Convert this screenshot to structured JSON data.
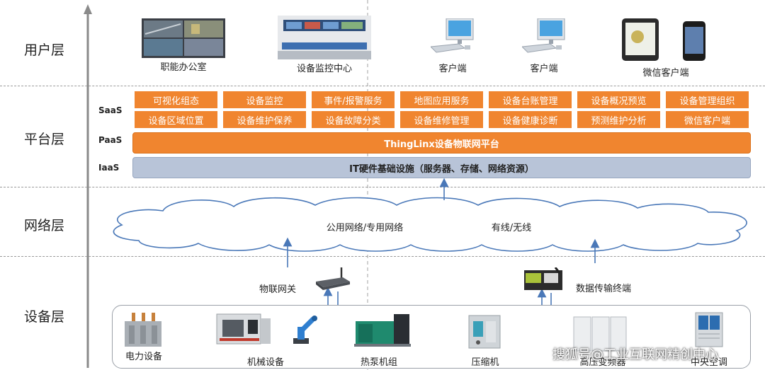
{
  "layers": {
    "user": "用户层",
    "platform": "平台层",
    "network": "网络层",
    "device": "设备层"
  },
  "user_items": [
    "职能办公室",
    "设备监控中心",
    "客户端",
    "客户端",
    "微信客户端"
  ],
  "tiers": {
    "saas": "SaaS",
    "paas": "PaaS",
    "iaas": "IaaS"
  },
  "saas_services": {
    "row1": [
      "可视化组态",
      "设备监控",
      "事件/报警服务",
      "地图应用服务",
      "设备台账管理",
      "设备概况预览",
      "设备管理组织"
    ],
    "row2": [
      "设备区域位置",
      "设备维护保养",
      "设备故障分类",
      "设备维修管理",
      "设备健康诊断",
      "预测维护分析",
      "微信客户端"
    ]
  },
  "paas_bar": "ThingLinx设备物联网平台",
  "iaas_bar": "IT硬件基础设施（服务器、存储、网络资源）",
  "network": {
    "left": "公用网络/专用网络",
    "right": "有线/无线"
  },
  "gateways": {
    "left": "物联网关",
    "right": "数据传输终端"
  },
  "devices": [
    "电力设备",
    "机械设备",
    "热泵机组",
    "压缩机",
    "高压变频器",
    "中央空调"
  ],
  "watermark": "搜狐号@工业互联网精创中心",
  "colors": {
    "service_orange": "#f0852f",
    "iaas_blue": "#b8c4d8",
    "arrow_blue": "#4a78b8"
  }
}
